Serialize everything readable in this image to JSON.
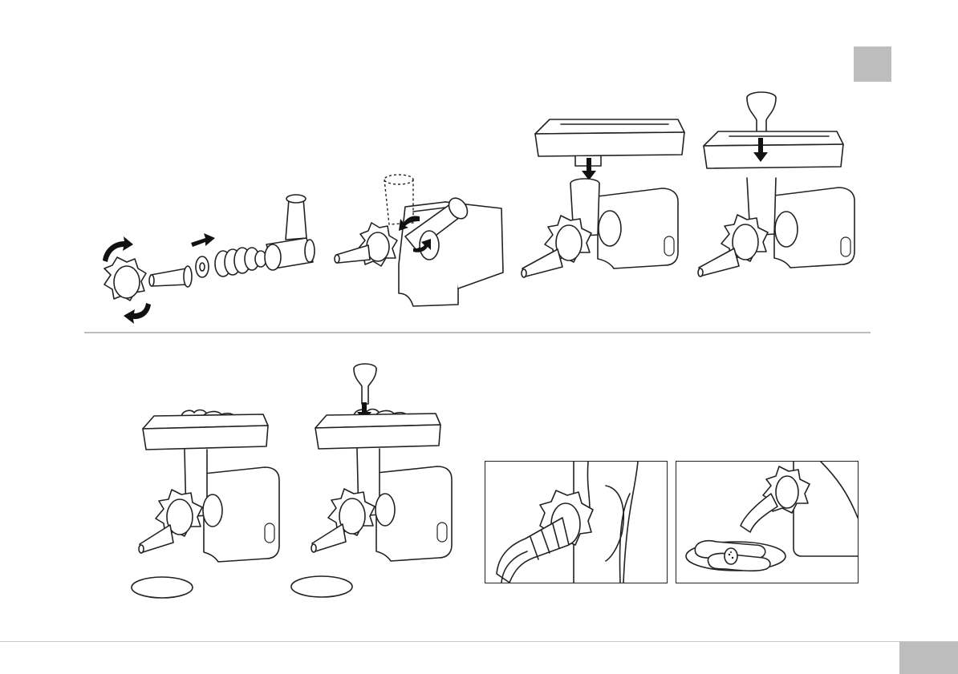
{
  "page": {
    "top_tab_label": "",
    "page_number": ""
  },
  "colors": {
    "line": "#222222",
    "tab_grey": "#bdbdbd",
    "background": "#ffffff"
  },
  "illustrations": {
    "step1": "assemble-sausage-attachment",
    "step2": "mount-head-to-motor",
    "step3": "attach-tray",
    "step4": "insert-pusher",
    "step5": "load-meat",
    "step6": "push-meat",
    "detail1": "casing-on-nozzle",
    "detail2": "sausages-on-plate"
  }
}
